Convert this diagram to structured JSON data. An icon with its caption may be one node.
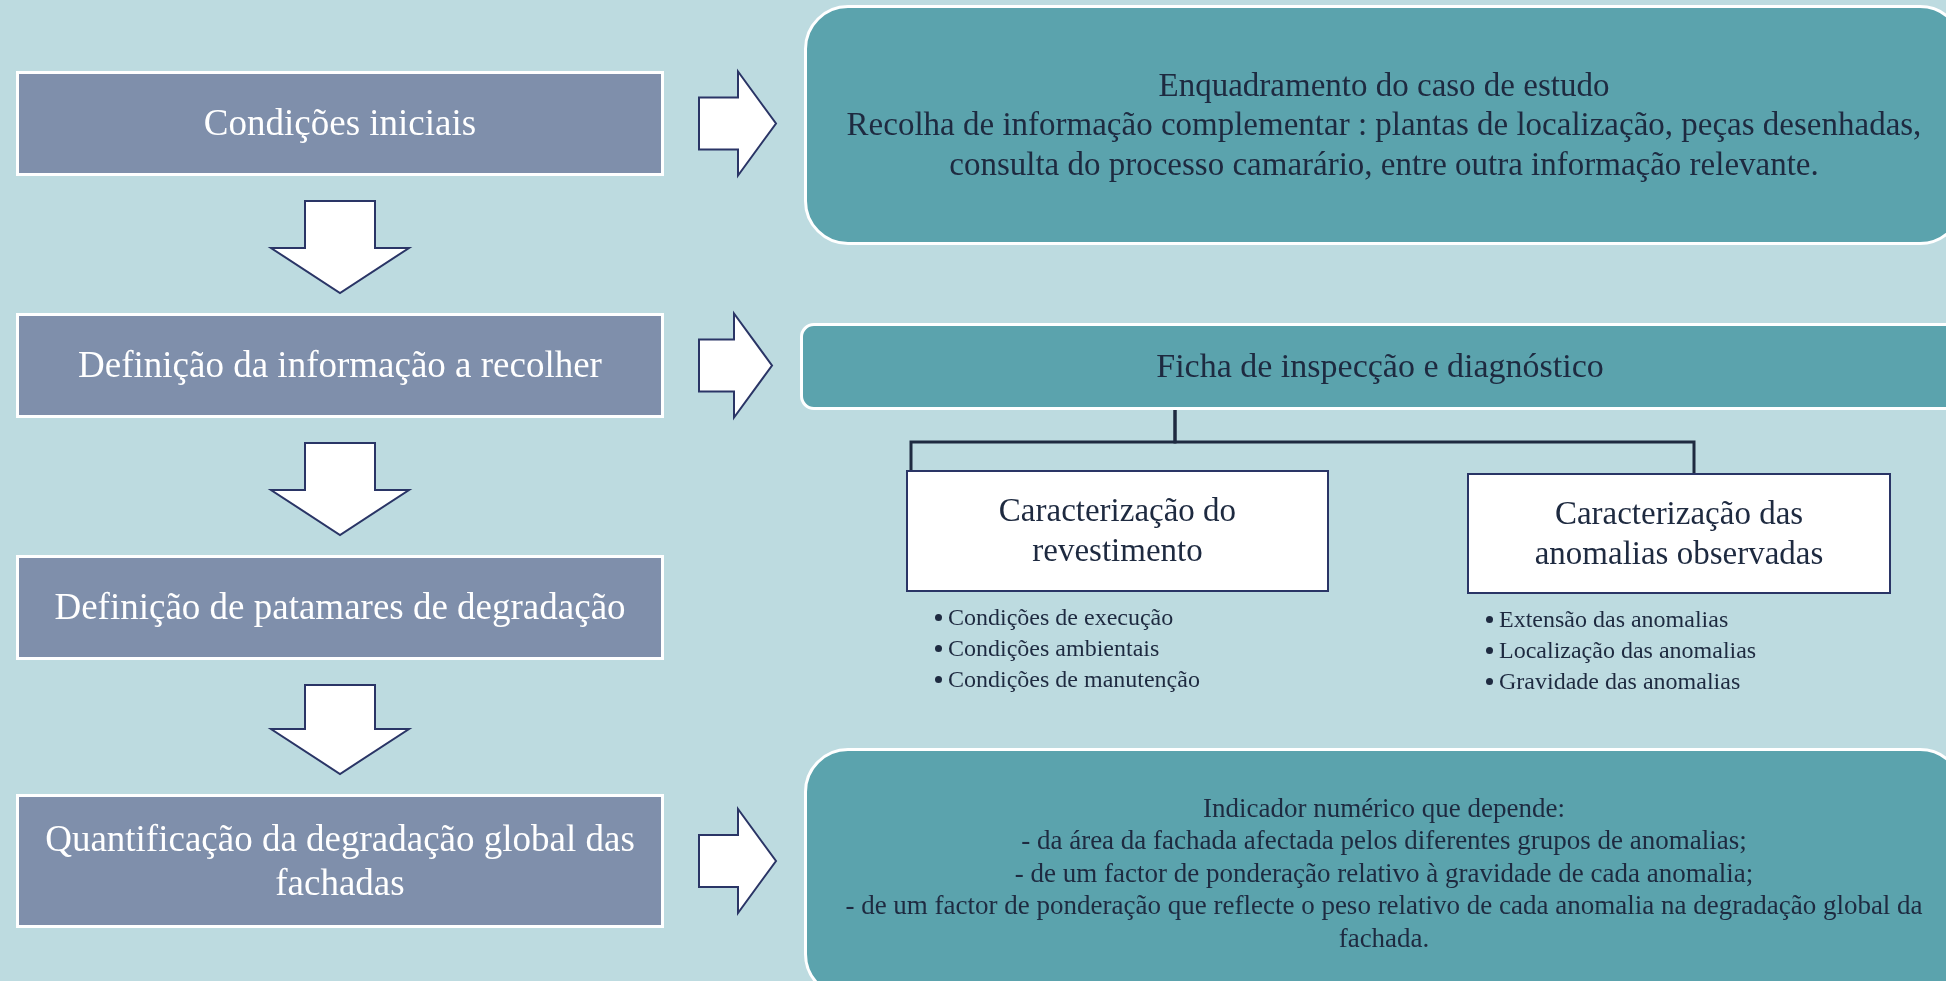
{
  "diagram": {
    "nodes": [
      {
        "text": [
          "Condições iniciais"
        ]
      },
      {
        "text": [
          "Definição da informação a recolher"
        ]
      },
      {
        "text": [
          "Definição de patamares de degradação"
        ]
      },
      {
        "text": [
          "Quantificação da degradação global das fachadas"
        ]
      },
      {
        "text": [
          "Enquadramento do caso de estudo",
          "Recolha de informação complementar : plantas de localização, peças desenhadas, consulta do processo camarário, entre outra informação relevante."
        ]
      },
      {
        "text": [
          "Ficha de inspecção e diagnóstico"
        ]
      },
      {
        "text": [
          "Caracterização do revestimento"
        ],
        "beside": [
          "Condições de execução",
          "Condições ambientais",
          "Condições de manutenção"
        ]
      },
      {
        "text": [
          "Caracterização das anomalias observadas"
        ],
        "beside": [
          "Extensão das anomalias",
          "Localização das anomalias",
          "Gravidade das anomalias"
        ]
      },
      {
        "text": [
          "Indicador numérico que depende:",
          "-  da área da fachada afectada pelos diferentes grupos de anomalias;",
          "- de um factor de ponderação relativo à gravidade de cada anomalia;",
          "- de um factor de ponderação que reflecte o peso relativo de cada anomalia na degradação global da fachada."
        ]
      }
    ],
    "edges": [
      {
        "from": 0,
        "to": 1,
        "arrow": "to"
      },
      {
        "from": 1,
        "to": 2,
        "arrow": "to"
      },
      {
        "from": 2,
        "to": 3,
        "arrow": "to"
      },
      {
        "from": 0,
        "to": 4,
        "arrow": "to"
      },
      {
        "from": 1,
        "to": 5,
        "arrow": "to"
      },
      {
        "from": 3,
        "to": 8,
        "arrow": "to"
      },
      {
        "from": 5,
        "to": 6,
        "arrow": "none"
      },
      {
        "from": 5,
        "to": 7,
        "arrow": "none"
      }
    ]
  }
}
